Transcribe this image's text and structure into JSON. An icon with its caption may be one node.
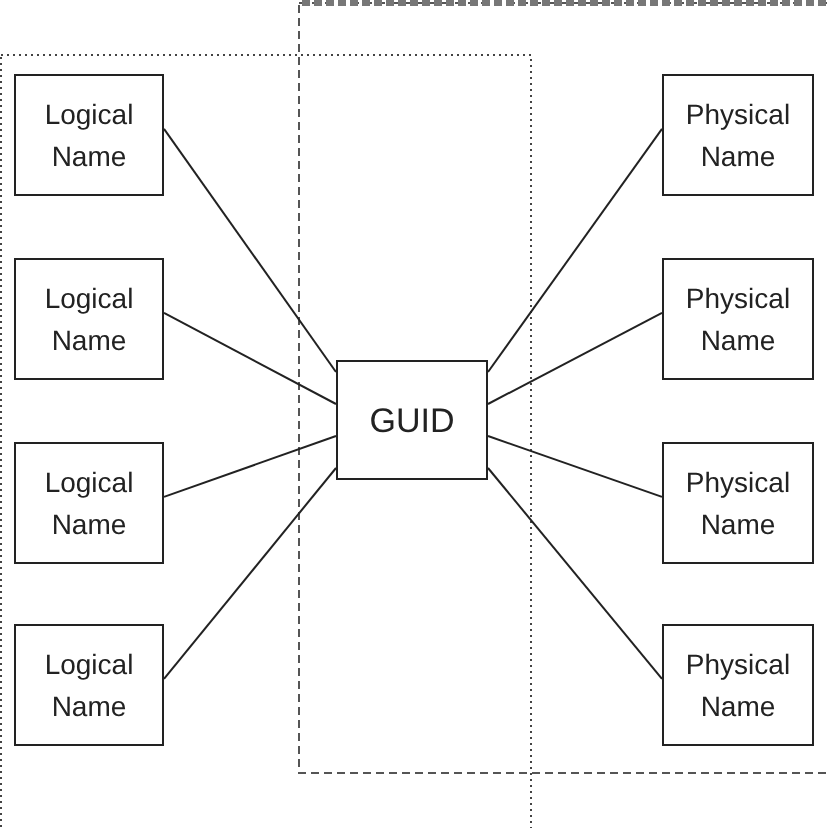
{
  "diagram": {
    "nodes": [
      {
        "text": [
          "Logical Name"
        ]
      },
      {
        "text": [
          "Logical Name"
        ]
      },
      {
        "text": [
          "Logical Name"
        ]
      },
      {
        "text": [
          "Logical Name"
        ]
      },
      {
        "text": [
          "GUID"
        ]
      },
      {
        "text": [
          "Physical Name"
        ]
      },
      {
        "text": [
          "Physical Name"
        ]
      },
      {
        "text": [
          "Physical Name"
        ]
      },
      {
        "text": [
          "Physical Name"
        ]
      }
    ],
    "edges": [
      {
        "from": 0,
        "to": 4,
        "arrow": "none"
      },
      {
        "from": 1,
        "to": 4,
        "arrow": "none"
      },
      {
        "from": 2,
        "to": 4,
        "arrow": "none"
      },
      {
        "from": 3,
        "to": 4,
        "arrow": "none"
      },
      {
        "from": 4,
        "to": 5,
        "arrow": "none"
      },
      {
        "from": 4,
        "to": 6,
        "arrow": "none"
      },
      {
        "from": 4,
        "to": 7,
        "arrow": "none"
      },
      {
        "from": 4,
        "to": 8,
        "arrow": "none"
      }
    ]
  }
}
